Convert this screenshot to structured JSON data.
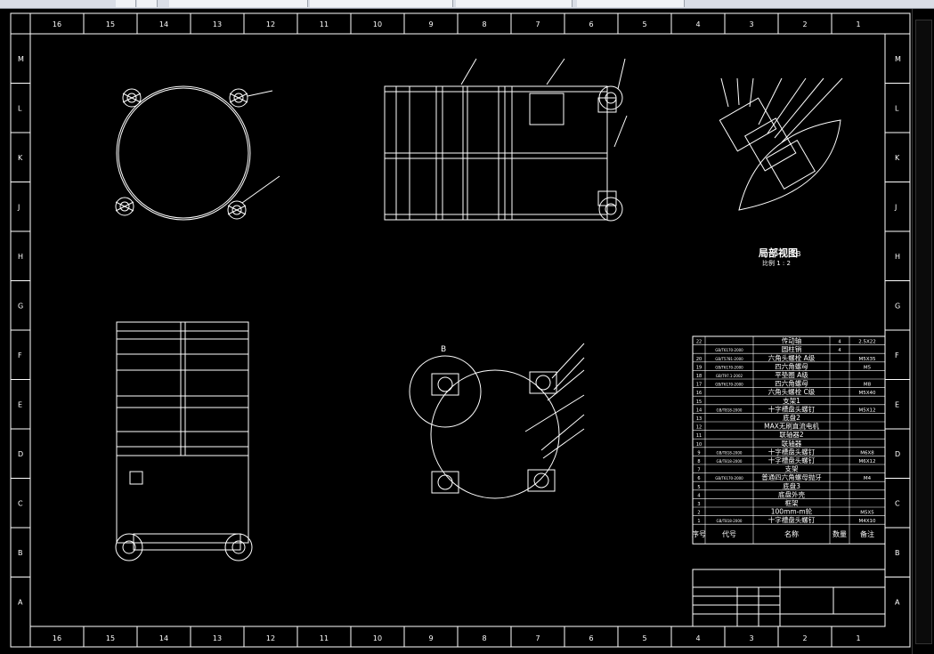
{
  "window": {
    "toolbar_icons": [
      "app-icon",
      "help-icon"
    ]
  },
  "drawing": {
    "col_labels": [
      "16",
      "15",
      "14",
      "13",
      "12",
      "11",
      "10",
      "9",
      "8",
      "7",
      "6",
      "5",
      "4",
      "3",
      "2",
      "1"
    ],
    "row_labels": [
      "M",
      "L",
      "K",
      "J",
      "H",
      "G",
      "F",
      "E",
      "D",
      "C",
      "B",
      "A"
    ],
    "detail_title": "局部视图",
    "detail_title_suffix": "B",
    "detail_scale": "比例 1 : 2",
    "view_label_b": "B"
  },
  "bom": {
    "rows": [
      {
        "no": "22",
        "code": "",
        "name": "传动轴",
        "qty": "4",
        "note": "2.5X22"
      },
      {
        "no": "",
        "code": "GB/T6170-2000",
        "name": "圆柱销",
        "qty": "4",
        "note": ""
      },
      {
        "no": "20",
        "code": "GB/T5781-2000",
        "name": "六角头螺栓 A级",
        "qty": "",
        "note": "M5X35"
      },
      {
        "no": "19",
        "code": "GB/T6170-2000",
        "name": "四六角螺母",
        "qty": "",
        "note": "M5"
      },
      {
        "no": "18",
        "code": "GB/T97.1-2002",
        "name": "平垫圈 A级",
        "qty": "",
        "note": ""
      },
      {
        "no": "17",
        "code": "GB/T6170-2000",
        "name": "四六角螺母",
        "qty": "",
        "note": "M8"
      },
      {
        "no": "16",
        "code": "",
        "name": "六角头螺栓 C级",
        "qty": "",
        "note": "M5X40"
      },
      {
        "no": "15",
        "code": "",
        "name": "支架1",
        "qty": "",
        "note": ""
      },
      {
        "no": "14",
        "code": "GB/T818-2000",
        "name": "十字槽盘头螺钉",
        "qty": "",
        "note": "M5X12"
      },
      {
        "no": "13",
        "code": "",
        "name": "底盘2",
        "qty": "",
        "note": ""
      },
      {
        "no": "12",
        "code": "",
        "name": "MAX无刷直流电机",
        "qty": "",
        "note": ""
      },
      {
        "no": "11",
        "code": "",
        "name": "联轴器2",
        "qty": "",
        "note": ""
      },
      {
        "no": "10",
        "code": "",
        "name": "联轴器",
        "qty": "",
        "note": ""
      },
      {
        "no": "9",
        "code": "GB/T818-2000",
        "name": "十字槽盘头螺钉",
        "qty": "",
        "note": "M6X8"
      },
      {
        "no": "8",
        "code": "GB/T818-2000",
        "name": "十字槽盘头螺钉",
        "qty": "",
        "note": "M6X12"
      },
      {
        "no": "7",
        "code": "",
        "name": "支架",
        "qty": "",
        "note": ""
      },
      {
        "no": "6",
        "code": "GB/T6170-2000",
        "name": "普通四六角螺母抛牙",
        "qty": "",
        "note": "M4"
      },
      {
        "no": "5",
        "code": "",
        "name": "底盘3",
        "qty": "",
        "note": ""
      },
      {
        "no": "4",
        "code": "",
        "name": "底盘外壳",
        "qty": "",
        "note": ""
      },
      {
        "no": "3",
        "code": "",
        "name": "框架",
        "qty": "",
        "note": ""
      },
      {
        "no": "2",
        "code": "",
        "name": "100mm-m轮",
        "qty": "",
        "note": "M5X5"
      },
      {
        "no": "1",
        "code": "GB/T818-2000",
        "name": "十字槽盘头螺钉",
        "qty": "",
        "note": "M4X10"
      }
    ],
    "header": {
      "no": "序号",
      "code": "代号",
      "name": "名称",
      "qty": "数量",
      "note": "备注"
    }
  },
  "colors": {
    "bg": "#000000",
    "line": "#ffffff",
    "toolbar": "#d9dde6"
  }
}
